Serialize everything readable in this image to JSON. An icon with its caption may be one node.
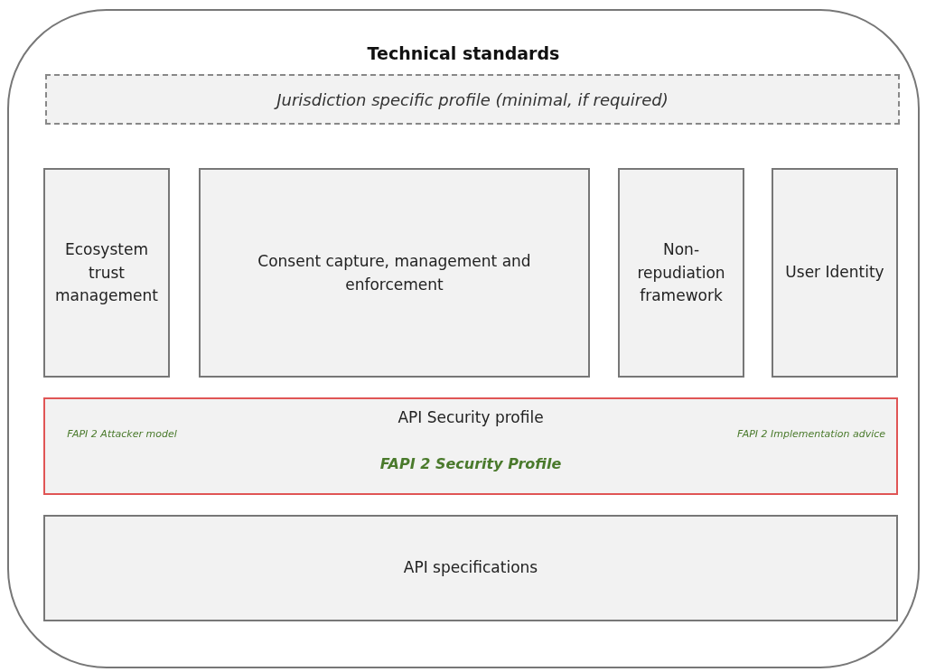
{
  "diagram": {
    "nodes": [
      {
        "text": [
          "Technical standards"
        ]
      },
      {
        "text": [
          "Jurisdiction specific profile (minimal, if required)"
        ],
        "in": 0
      },
      {
        "text": [
          "Ecosystem trust management"
        ],
        "in": 0
      },
      {
        "text": [
          "Consent capture, management and enforcement"
        ],
        "in": 0
      },
      {
        "text": [
          "Non-repudiation framework"
        ],
        "in": 0
      },
      {
        "text": [
          "User Identity"
        ],
        "in": 0
      },
      {
        "text": [
          "API Security profile",
          "FAPI 2 Attacker model",
          "FAPI 2 Security Profile",
          "FAPI 2 Implementation advice"
        ],
        "in": 0
      },
      {
        "text": [
          "API specifications"
        ],
        "in": 0
      }
    ]
  }
}
